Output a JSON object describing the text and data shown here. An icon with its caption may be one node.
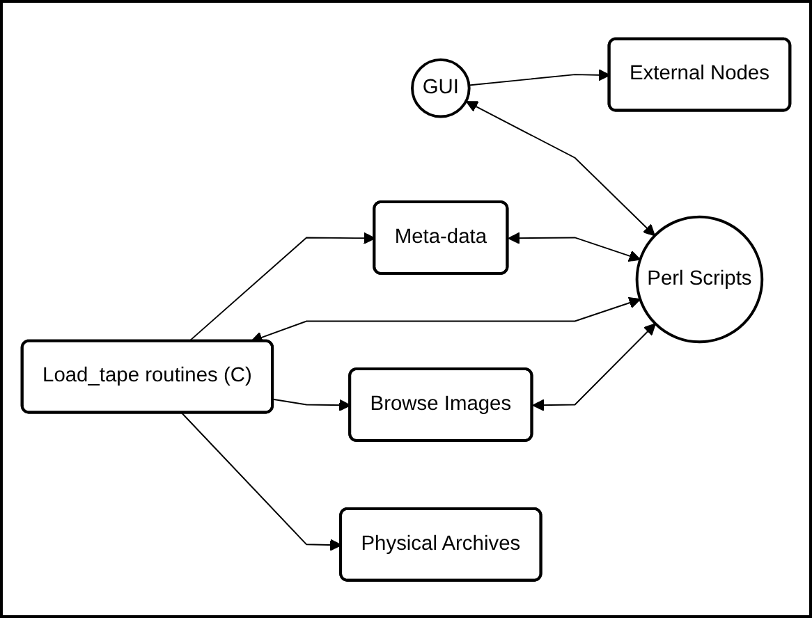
{
  "diagram": {
    "nodes": [
      {
        "text": [
          "External Nodes"
        ]
      },
      {
        "text": [
          "GUI"
        ]
      },
      {
        "text": [
          "Meta-data"
        ]
      },
      {
        "text": [
          "Load_tape routines (C)"
        ]
      },
      {
        "text": [
          "Perl Scripts"
        ]
      },
      {
        "text": [
          "Browse Images"
        ]
      },
      {
        "text": [
          "Physical Archives"
        ]
      }
    ],
    "edges": [
      {
        "from": 1,
        "to": 0,
        "arrow": "to"
      },
      {
        "from": 1,
        "to": 4,
        "arrow": "both"
      },
      {
        "from": 3,
        "to": 2,
        "arrow": "to"
      },
      {
        "from": 2,
        "to": 4,
        "arrow": "both"
      },
      {
        "from": 3,
        "to": 4,
        "arrow": "both"
      },
      {
        "from": 3,
        "to": 5,
        "arrow": "to"
      },
      {
        "from": 5,
        "to": 4,
        "arrow": "both"
      },
      {
        "from": 3,
        "to": 6,
        "arrow": "to"
      }
    ]
  }
}
